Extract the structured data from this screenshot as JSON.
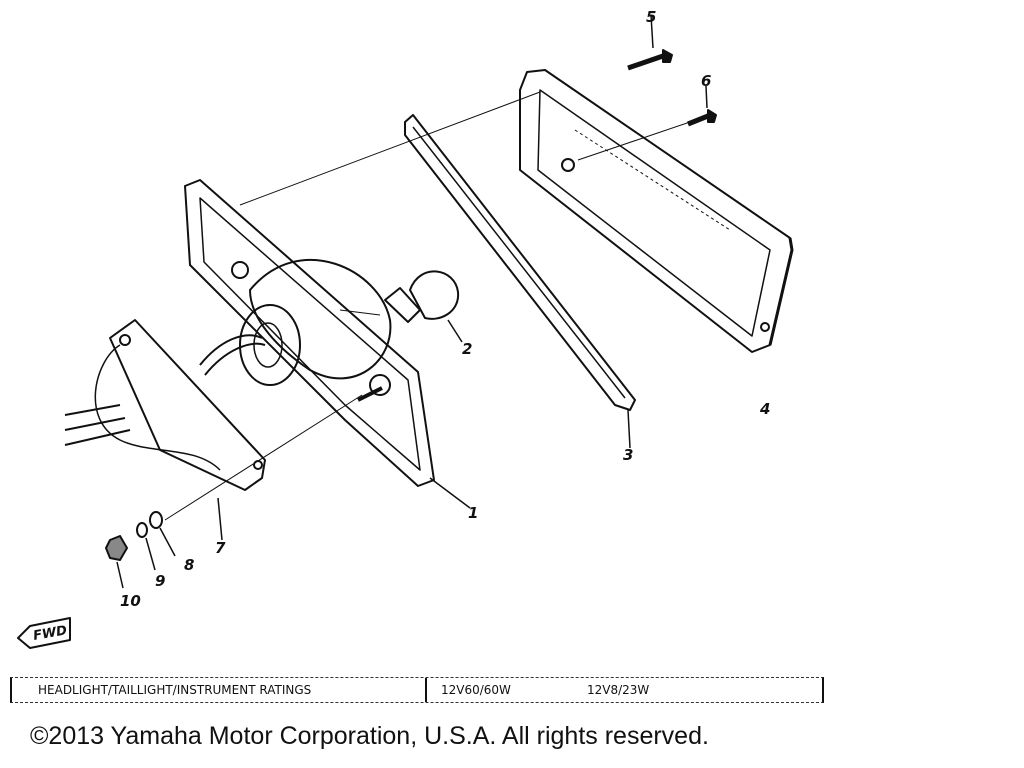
{
  "diagram": {
    "parts": [
      {
        "number": "1"
      },
      {
        "number": "2"
      },
      {
        "number": "3"
      },
      {
        "number": "4"
      },
      {
        "number": "5"
      },
      {
        "number": "6"
      },
      {
        "number": "7"
      },
      {
        "number": "8"
      },
      {
        "number": "9"
      },
      {
        "number": "10"
      }
    ],
    "fwd_marker": "FWD"
  },
  "ratings": {
    "label": "HEADLIGHT/TAILLIGHT/INSTRUMENT RATINGS",
    "value1": "12V60/60W",
    "value2": "12V8/23W"
  },
  "copyright": "©2013 Yamaha Motor Corporation, U.S.A. All rights reserved."
}
